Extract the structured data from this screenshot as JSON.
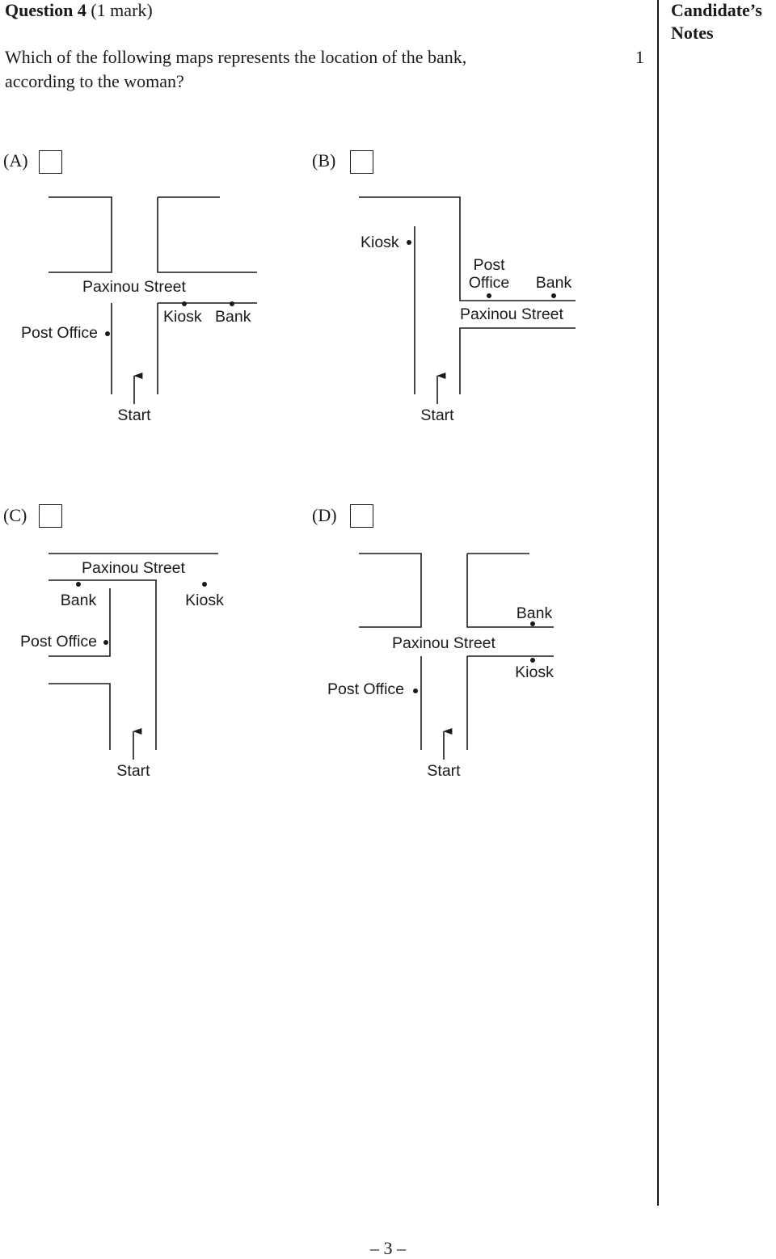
{
  "question": {
    "number_label": "Question 4",
    "marks_label": "(1 mark)",
    "text_line1": "Which of the following maps represents the location of the bank,",
    "text_line2": "according to the woman?",
    "marks_value": "1"
  },
  "notes": {
    "line1": "Candidate’s",
    "line2": "Notes"
  },
  "options": [
    {
      "label": "(A)",
      "street": "Paxinou Street",
      "places": {
        "post_office": "Post Office",
        "kiosk": "Kiosk",
        "bank": "Bank"
      },
      "start": "Start"
    },
    {
      "label": "(B)",
      "street": "Paxinou Street",
      "places": {
        "kiosk": "Kiosk",
        "post_office_line1": "Post",
        "post_office_line2": "Office",
        "bank": "Bank"
      },
      "start": "Start"
    },
    {
      "label": "(C)",
      "street": "Paxinou Street",
      "places": {
        "bank": "Bank",
        "kiosk": "Kiosk",
        "post_office": "Post Office"
      },
      "start": "Start"
    },
    {
      "label": "(D)",
      "street": "Paxinou Street",
      "places": {
        "bank": "Bank",
        "post_office": "Post Office",
        "kiosk": "Kiosk"
      },
      "start": "Start"
    }
  ],
  "page_number": "– 3 –"
}
